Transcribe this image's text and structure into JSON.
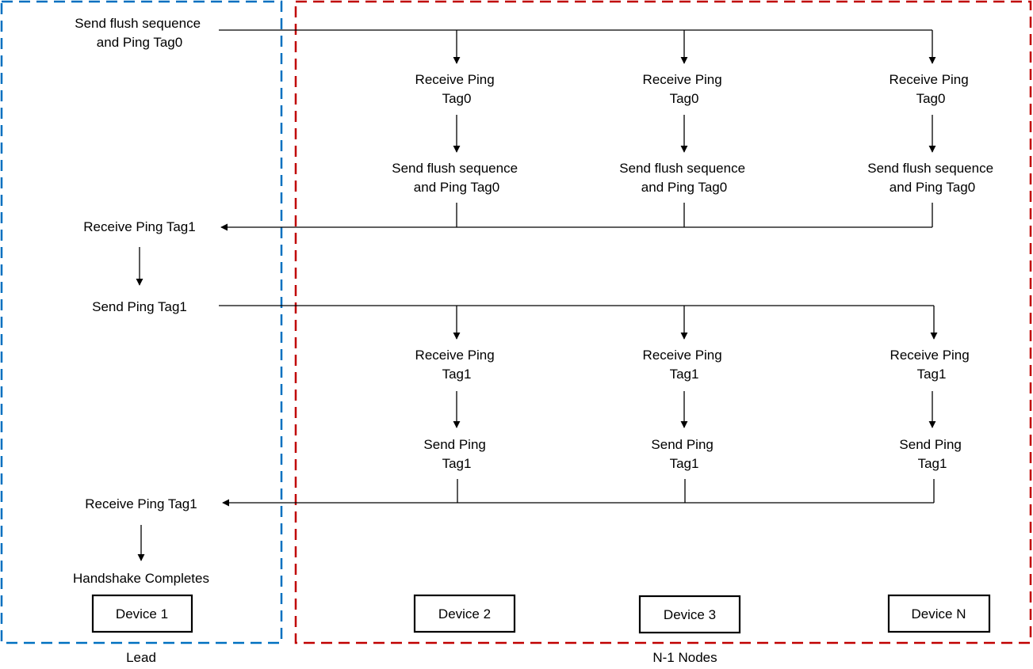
{
  "lead": {
    "group_label": "Lead",
    "send_flush": [
      "Send flush sequence",
      "and Ping Tag0"
    ],
    "receive_tag1_a": "Receive Ping Tag1",
    "send_tag1": "Send Ping Tag1",
    "receive_tag1_b": "Receive Ping Tag1",
    "complete": "Handshake Completes",
    "device": "Device 1"
  },
  "nodes_group_label": "N-1 Nodes",
  "nodes": [
    {
      "receive_tag0": [
        "Receive Ping",
        "Tag0"
      ],
      "send_flush": [
        "Send flush sequence",
        "and Ping Tag0"
      ],
      "receive_tag1": [
        "Receive Ping",
        "Tag1"
      ],
      "send_tag1": [
        "Send Ping",
        "Tag1"
      ],
      "device": "Device 2"
    },
    {
      "receive_tag0": [
        "Receive Ping",
        "Tag0"
      ],
      "send_flush": [
        "Send flush sequence",
        "and Ping Tag0"
      ],
      "receive_tag1": [
        "Receive Ping",
        "Tag1"
      ],
      "send_tag1": [
        "Send Ping",
        "Tag1"
      ],
      "device": "Device 3"
    },
    {
      "receive_tag0": [
        "Receive Ping",
        "Tag0"
      ],
      "send_flush": [
        "Send flush sequence",
        "and Ping Tag0"
      ],
      "receive_tag1": [
        "Receive Ping",
        "Tag1"
      ],
      "send_tag1": [
        "Send Ping",
        "Tag1"
      ],
      "device": "Device N"
    }
  ],
  "colors": {
    "lead_border": "#0070C0",
    "nodes_border": "#C00000",
    "line": "#000000"
  }
}
